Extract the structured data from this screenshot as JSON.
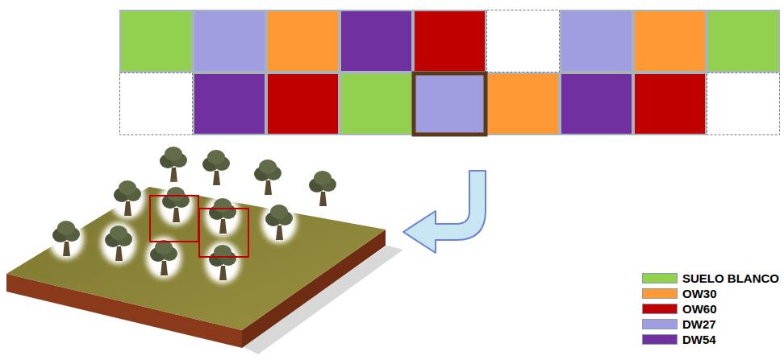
{
  "diagram": {
    "legend": [
      {
        "text": "SUELO BLANCO",
        "color": "#92d050"
      },
      {
        "text": "OW30",
        "color": "#ff9933"
      },
      {
        "text": "OW60",
        "color": "#c00000"
      },
      {
        "text": "DW27",
        "color": "#a09ee0"
      },
      {
        "text": "DW54",
        "color": "#7030a0"
      }
    ]
  }
}
